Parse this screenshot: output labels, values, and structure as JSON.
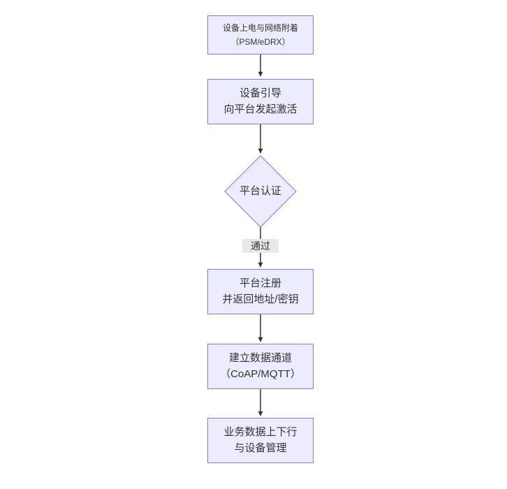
{
  "diagram": {
    "title": "nbiot-device-activation-flowchart",
    "colors": {
      "node_fill": "#ECECFF",
      "node_border": "#9370DB",
      "text": "#333333",
      "arrow": "#333333",
      "edge_label_bg": "#e8e8e8",
      "background": "#ffffff"
    },
    "nodes": [
      {
        "id": "power-attach",
        "type": "rect",
        "lines": [
          "设备上电与网络附着",
          "（PSM/eDRX）"
        ]
      },
      {
        "id": "bootstrap",
        "type": "rect",
        "lines": [
          "设备引导",
          "向平台发起激活"
        ]
      },
      {
        "id": "platform-auth",
        "type": "diamond",
        "lines": [
          "平台认证"
        ]
      },
      {
        "id": "register",
        "type": "rect",
        "lines": [
          "平台注册",
          "并返回地址/密钥"
        ]
      },
      {
        "id": "data-channel",
        "type": "rect",
        "lines": [
          "建立数据通道",
          "（CoAP/MQTT）"
        ]
      },
      {
        "id": "business",
        "type": "rect",
        "lines": [
          "业务数据上下行",
          "与设备管理"
        ]
      }
    ],
    "edge_label": "通过"
  }
}
